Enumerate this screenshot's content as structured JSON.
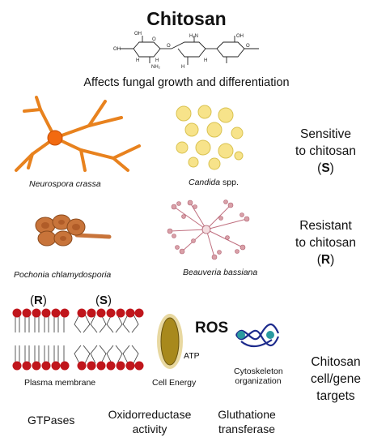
{
  "title": "Chitosan",
  "subtitle": "Affects fungal growth and differentiation",
  "molecule": {
    "oh_top_left": "OH",
    "oh_left": "OH",
    "o_top": "O",
    "o_mid": "O",
    "h_a": "H",
    "h_b": "H",
    "h_c": "H",
    "h_d": "H",
    "nh2_left": "NH₂",
    "h2n_right": "H₂N",
    "oh_right": "OH",
    "o_right": "O"
  },
  "fungi": {
    "neurospora": "Neurospora crassa",
    "candida_italic": "Candida",
    "candida_rest": " spp.",
    "pochonia": "Pochonia chlamydosporia",
    "beauveria": "Beauveria bassiana"
  },
  "sensitive": {
    "line1": "Sensitive",
    "line2": "to chitosan",
    "open": "(",
    "letter": "S",
    "close": ")"
  },
  "resistant": {
    "line1": "Resistant",
    "line2": "to chitosan",
    "open": "(",
    "letter": "R",
    "close": ")"
  },
  "membranes": {
    "r_open": "(",
    "r_letter": "R",
    "r_close": ")",
    "s_open": "(",
    "s_letter": "S",
    "s_close": ")",
    "label": "Plasma membrane"
  },
  "ros": "ROS",
  "atp": "ATP",
  "cell_energy": "Cell Energy",
  "cytoskeleton": {
    "line1": "Cytoskeleton",
    "line2": "organization"
  },
  "targets": {
    "line1": "Chitosan",
    "line2": "cell/gene",
    "line3": "targets"
  },
  "gtpases": "GTPases",
  "oxidoreductase": {
    "line1": "Oxidorreductase",
    "line2": "activity"
  },
  "gluthatione": {
    "line1": "Gluthatione",
    "line2": "transferase"
  },
  "colors": {
    "neurospora": "#e8821e",
    "candida": "#f7e38a",
    "pochonia": "#c8743a",
    "beauveria": "#d9a0a8",
    "lipid_head": "#c0161c",
    "mitochondrion": "#a8891c",
    "ros_strand": "#1c2a8c",
    "ros_bead": "#2a9aa0"
  }
}
